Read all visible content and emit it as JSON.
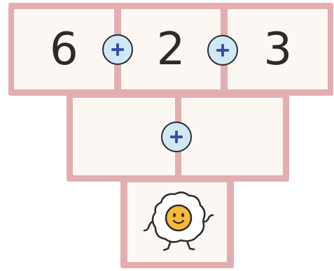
{
  "puzzle": {
    "top_row": [
      {
        "value": "6"
      },
      {
        "value": "2"
      },
      {
        "value": "3"
      }
    ],
    "middle_row": [
      {
        "value": ""
      },
      {
        "value": ""
      }
    ],
    "bottom_cell": {
      "icon": "fried-egg-character-icon"
    },
    "operator_symbol": "+",
    "operator_icon": "plus-circle-icon"
  },
  "colors": {
    "frame": "#e2aeb0",
    "cell_fill": "#fdf7f3",
    "badge_fill": "#cfe8f3",
    "plus_color": "#3b4ca8",
    "number_color": "#2b2b2b",
    "egg_yolk": "#f6b93b"
  }
}
